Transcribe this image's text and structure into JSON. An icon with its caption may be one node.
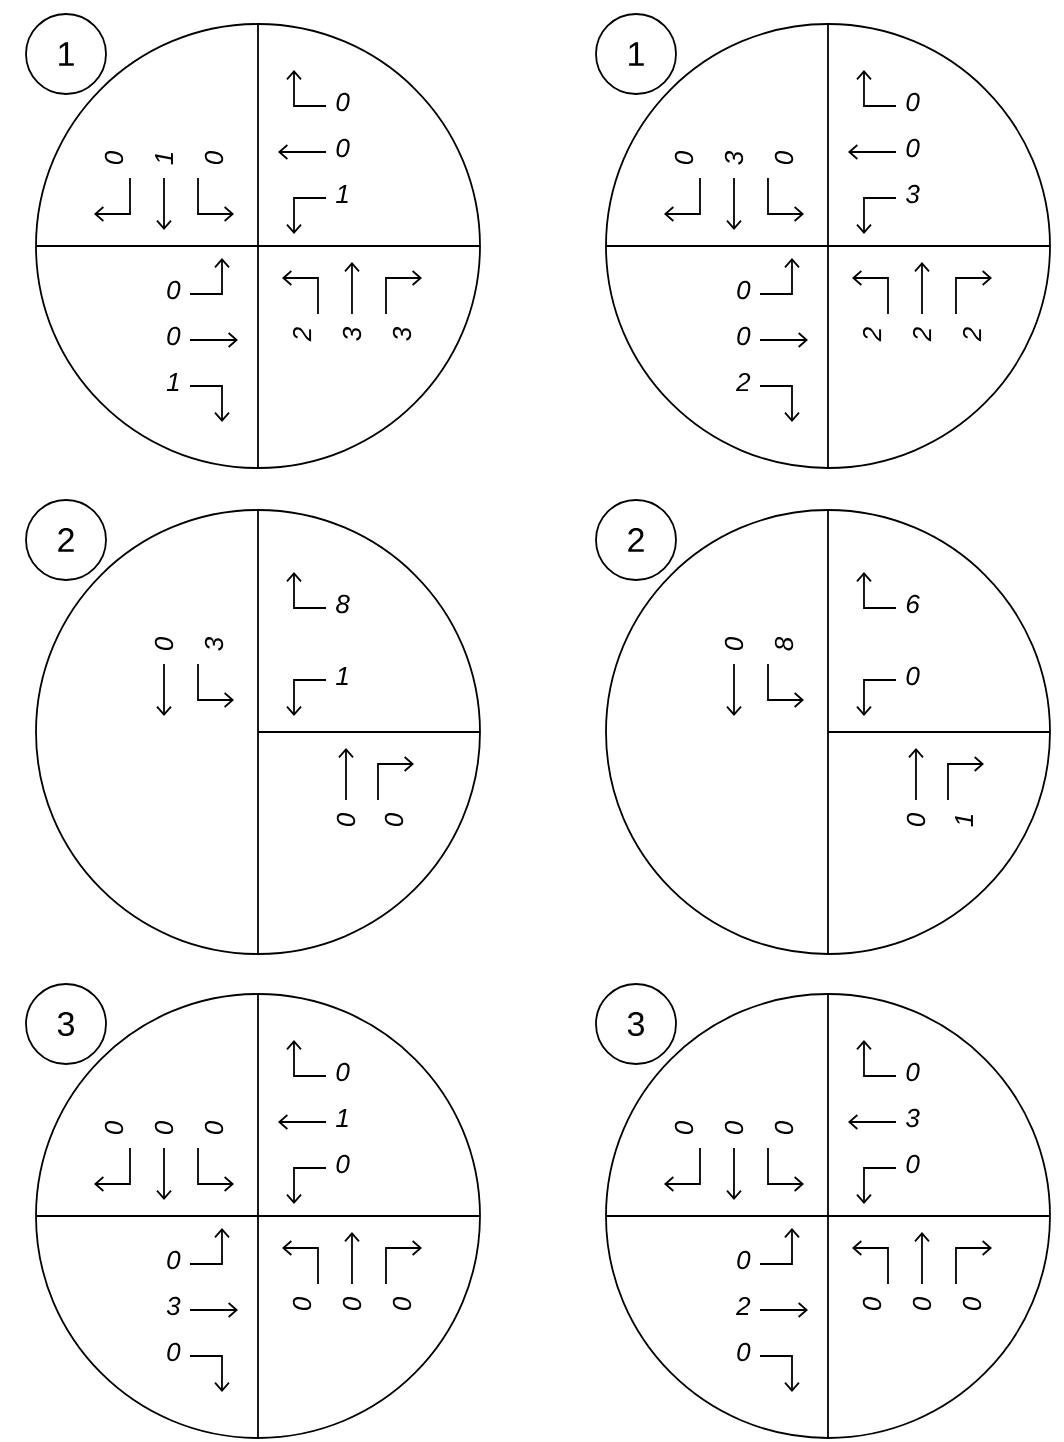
{
  "diagram": {
    "nodes": [
      {
        "text": [
          "1"
        ]
      },
      {
        "text": [
          "0",
          "1",
          "0",
          "0",
          "0",
          "1",
          "0",
          "0",
          "1",
          "2",
          "3",
          "3"
        ]
      },
      {
        "text": [
          "1"
        ]
      },
      {
        "text": [
          "0",
          "3",
          "0",
          "0",
          "0",
          "3",
          "0",
          "0",
          "2",
          "2",
          "2",
          "2"
        ]
      },
      {
        "text": [
          "2"
        ]
      },
      {
        "text": [
          "0",
          "3",
          "8",
          "1",
          "0",
          "0"
        ]
      },
      {
        "text": [
          "2"
        ]
      },
      {
        "text": [
          "0",
          "8",
          "6",
          "0",
          "0",
          "1"
        ]
      },
      {
        "text": [
          "3"
        ]
      },
      {
        "text": [
          "0",
          "0",
          "0",
          "0",
          "1",
          "0",
          "0",
          "3",
          "0",
          "0",
          "0",
          "0"
        ]
      },
      {
        "text": [
          "3"
        ]
      },
      {
        "text": [
          "0",
          "0",
          "0",
          "0",
          "3",
          "0",
          "0",
          "2",
          "0",
          "0",
          "0",
          "0"
        ]
      }
    ]
  }
}
